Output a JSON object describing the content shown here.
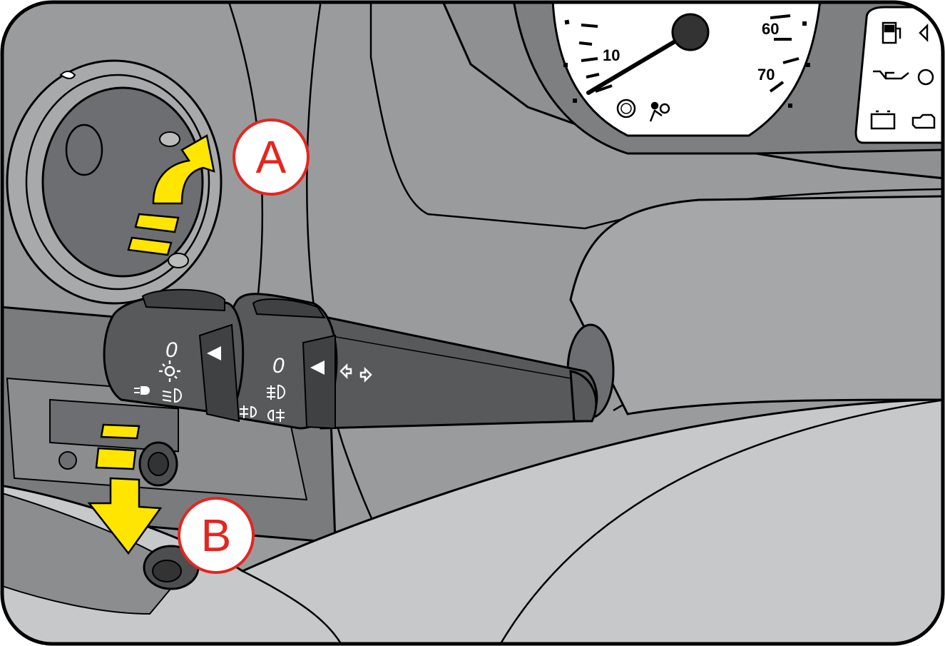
{
  "callouts": {
    "a": {
      "label": "A"
    },
    "b": {
      "label": "B"
    }
  },
  "speedometer": {
    "labels": [
      "10",
      "60",
      "70"
    ]
  },
  "stalk": {
    "light_ring_zero": "0",
    "fog_ring_zero": "0"
  },
  "warning_icons": [
    "fuel-icon",
    "oil-pressure-icon",
    "battery-icon",
    "engine-icon",
    "turn-signal-icon",
    "abs-icon",
    "airbag-icon"
  ],
  "colors": {
    "arrow_yellow": "#FFE500",
    "callout_red": "#E3261F",
    "dash_grey": "#9A9B9D",
    "dark_grey": "#58595B",
    "light_grey": "#C7C8CA"
  }
}
